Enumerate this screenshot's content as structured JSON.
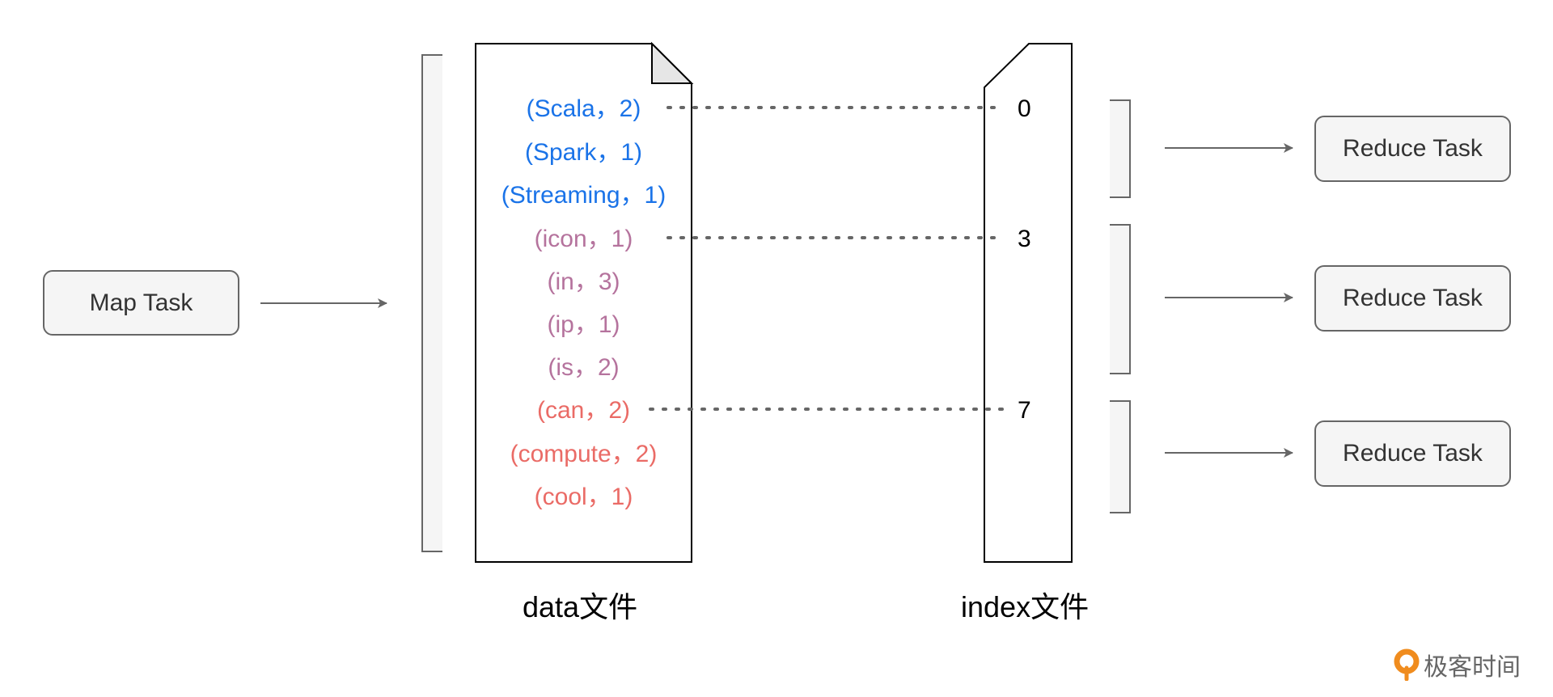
{
  "map_task": {
    "label": "Map Task"
  },
  "data_file": {
    "label": "data文件",
    "records": [
      {
        "text": "(Scala，2)",
        "color": "#1a73e8"
      },
      {
        "text": "(Spark，1)",
        "color": "#1a73e8"
      },
      {
        "text": "(Streaming，1)",
        "color": "#1a73e8"
      },
      {
        "text": "(icon，1)",
        "color": "#b5739d"
      },
      {
        "text": "(in，3)",
        "color": "#b5739d"
      },
      {
        "text": "(ip，1)",
        "color": "#b5739d"
      },
      {
        "text": "(is，2)",
        "color": "#b5739d"
      },
      {
        "text": "(can，2)",
        "color": "#ea6b66"
      },
      {
        "text": "(compute，2)",
        "color": "#ea6b66"
      },
      {
        "text": "(cool，1)",
        "color": "#ea6b66"
      }
    ]
  },
  "index_file": {
    "label": "index文件",
    "offsets": [
      "0",
      "3",
      "7"
    ]
  },
  "reduce_tasks": [
    {
      "label": "Reduce Task"
    },
    {
      "label": "Reduce Task"
    },
    {
      "label": "Reduce Task"
    }
  ],
  "watermark": {
    "text": "极客时间",
    "icon": "geektime-logo-icon",
    "color": "#f08c1e"
  }
}
